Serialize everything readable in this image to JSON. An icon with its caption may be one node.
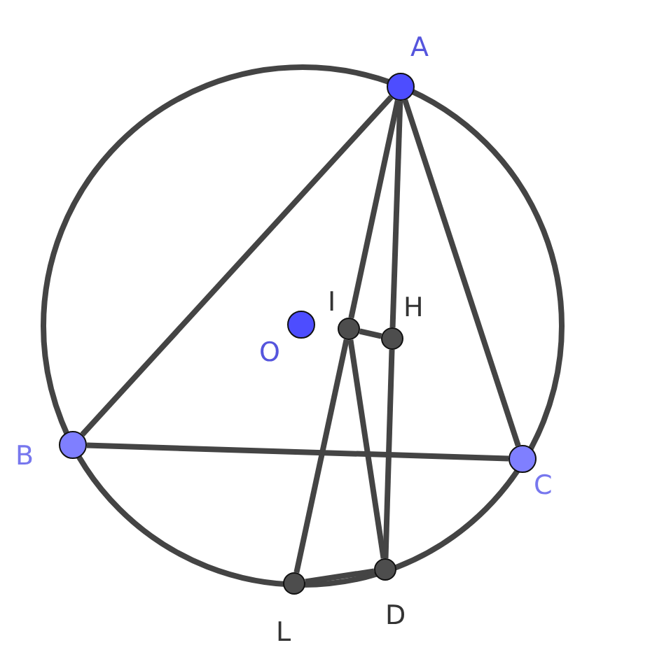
{
  "diagram": {
    "nodes": [
      {
        "text": [],
        "shape": "circle",
        "beside": [
          "A"
        ]
      },
      {
        "text": [],
        "shape": "circle",
        "beside": [
          "O"
        ]
      },
      {
        "text": [],
        "shape": "circle",
        "beside": [
          "I"
        ]
      },
      {
        "text": [],
        "shape": "circle",
        "beside": [
          "H"
        ]
      },
      {
        "text": [],
        "shape": "circle",
        "beside": [
          "B"
        ]
      },
      {
        "text": [],
        "shape": "circle",
        "beside": [
          "C"
        ]
      },
      {
        "text": [],
        "shape": "circle",
        "beside": [
          "L"
        ]
      },
      {
        "text": [],
        "shape": "circle",
        "beside": [
          "D"
        ]
      }
    ],
    "edges": [
      {
        "from": 0,
        "to": 4,
        "arrow": "none"
      },
      {
        "from": 0,
        "to": 5,
        "arrow": "none"
      },
      {
        "from": 4,
        "to": 5,
        "arrow": "none"
      },
      {
        "from": 0,
        "to": 2,
        "arrow": "none"
      },
      {
        "from": 0,
        "to": 3,
        "arrow": "none"
      },
      {
        "from": 2,
        "to": 3,
        "arrow": "none"
      },
      {
        "from": 2,
        "to": 6,
        "arrow": "none"
      },
      {
        "from": 2,
        "to": 7,
        "arrow": "none"
      },
      {
        "from": 3,
        "to": 7,
        "arrow": "none"
      },
      {
        "from": 6,
        "to": 7,
        "arrow": "none"
      }
    ]
  }
}
